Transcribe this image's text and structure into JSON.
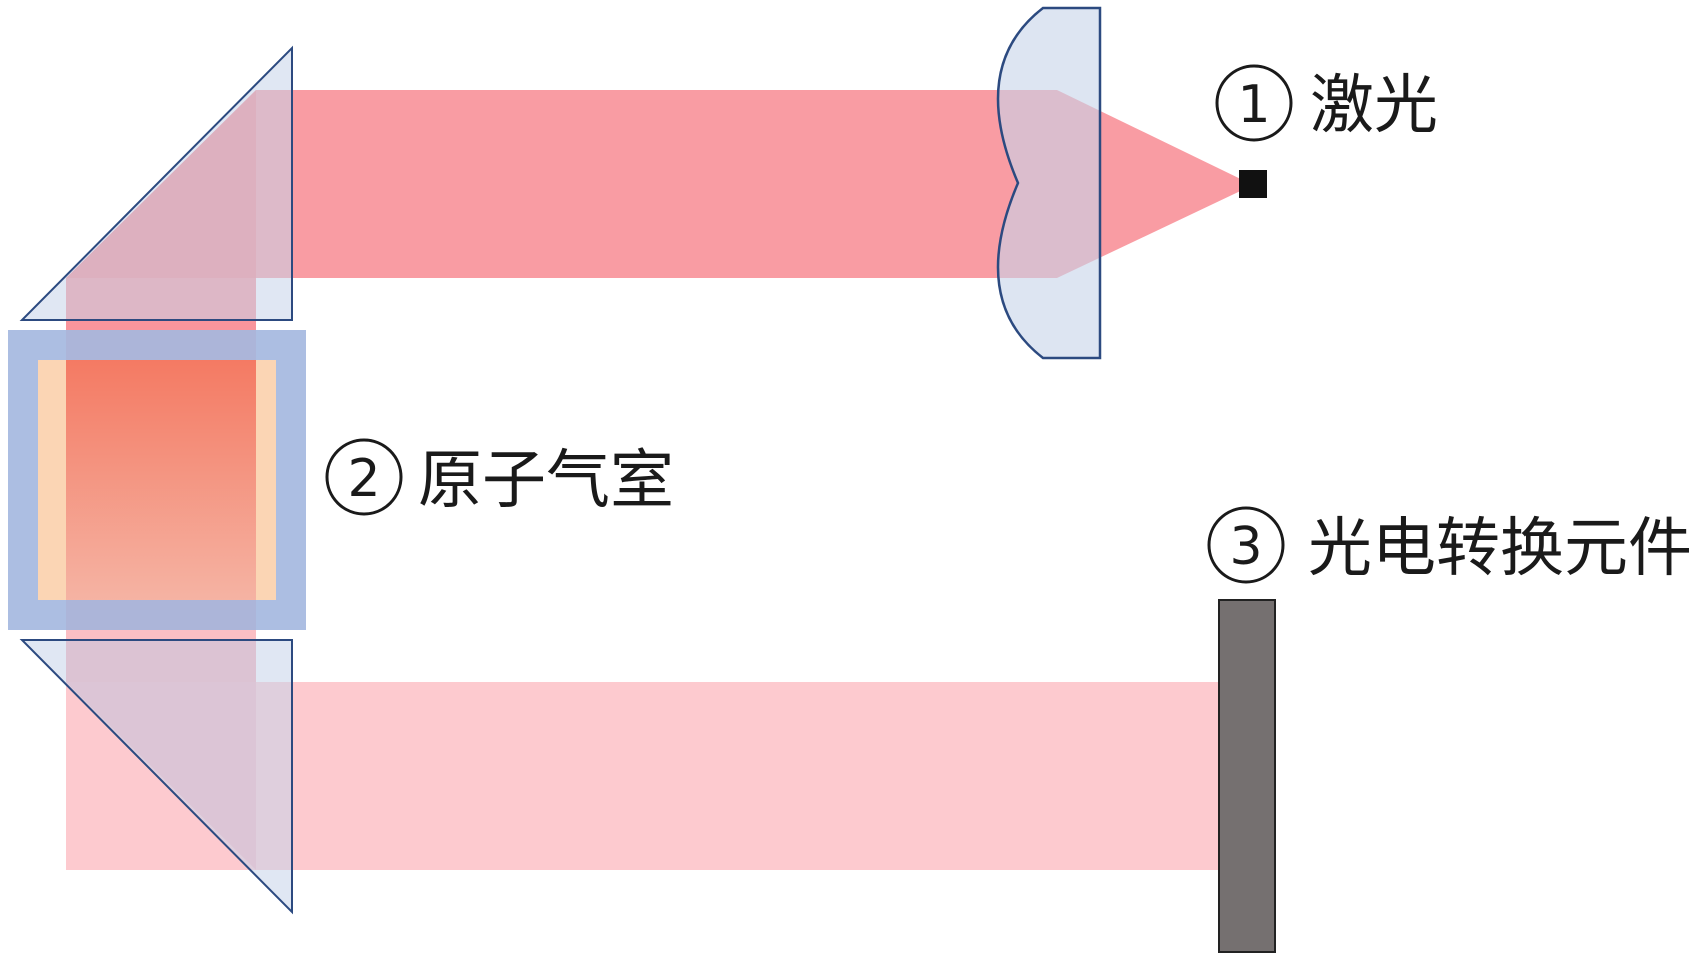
{
  "labels": {
    "laser": {
      "number": "1",
      "text": "激光"
    },
    "atom_cell": {
      "number": "2",
      "text": "原子气室"
    },
    "photodetector": {
      "number": "3",
      "text": "光电转换元件"
    }
  },
  "colors": {
    "beam_upper": "#f7727c",
    "beam_lower": "#fba9b1",
    "glass_fill": "#c7d3ea",
    "glass_stroke": "#2c4a80",
    "cell_frame": "#9eb3dd",
    "cell_inner_top": "#f47a63",
    "cell_inner_bottom": "#f6b8a6",
    "cell_edge": "#fbd5b4",
    "laser_source": "#111111",
    "detector": "#757070"
  }
}
